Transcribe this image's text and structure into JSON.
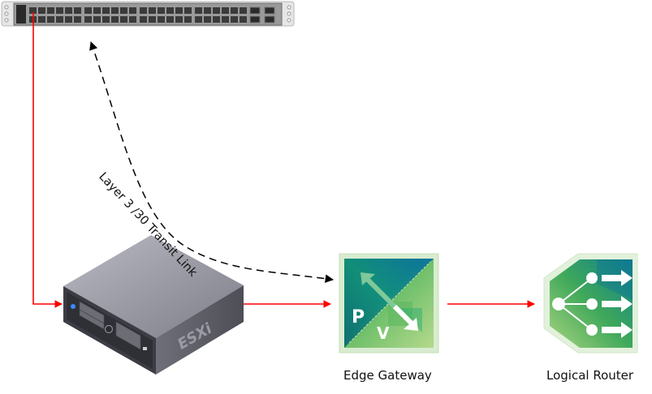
{
  "diagram": {
    "title": "",
    "nodes": [
      {
        "id": "switch",
        "label": "",
        "icon": "network-switch-icon"
      },
      {
        "id": "esxi",
        "label": "ESXi",
        "icon": "server-icon"
      },
      {
        "id": "edge",
        "label": "Edge Gateway",
        "icon": "edge-gateway-icon",
        "badge_letters": [
          "P",
          "V"
        ]
      },
      {
        "id": "router",
        "label": "Logical Router",
        "icon": "logical-router-icon"
      }
    ],
    "links": [
      {
        "from": "switch",
        "to": "esxi",
        "style": "solid",
        "color": "#ff0000"
      },
      {
        "from": "esxi",
        "to": "edge",
        "style": "solid",
        "color": "#ff0000"
      },
      {
        "from": "edge",
        "to": "router",
        "style": "solid",
        "color": "#ff0000"
      },
      {
        "from": "edge",
        "to": "switch",
        "style": "dashed",
        "color": "#000000",
        "bidirectional": true,
        "label": "Layer 3 /30 Transit Link"
      }
    ],
    "colors": {
      "link_red": "#ff0000",
      "vmware_green": "#2e9e5b",
      "vmware_teal": "#0f7f8f",
      "server_gray": "#8a8b94"
    }
  }
}
